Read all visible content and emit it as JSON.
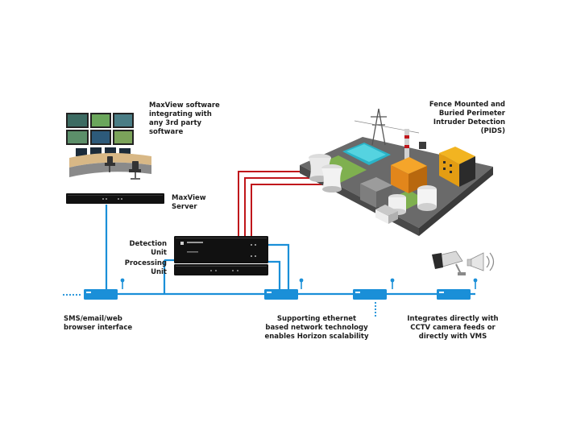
{
  "labels": {
    "maxview_software": "MaxView software\nintegrating with\nany 3rd party\nsoftware",
    "maxview_server": "MaxView\nServer",
    "detection_unit": "Detection\nUnit",
    "processing_unit": "Processing\nUnit",
    "pids": "Fence Mounted and\nBuried Perimeter\nIntruder Detection\n(PIDS)",
    "sms": "SMS/email/web\nbrowser interface",
    "ethernet": "Supporting ethernet\nbased network technology\nenables Horizon scalability",
    "cctv": "Integrates directly with\nCCTV camera feeds or\ndirectly with VMS"
  },
  "colors": {
    "network": "#1a8fd8",
    "sensor_cable": "#c0161b",
    "device": "#111111",
    "switch": "#1a8fd8"
  },
  "icons": [
    "control-room-icon",
    "server-icon",
    "detection-unit-icon",
    "processing-unit-icon",
    "power-plant-icon",
    "network-switch-icon",
    "cctv-camera-icon",
    "speaker-icon"
  ]
}
